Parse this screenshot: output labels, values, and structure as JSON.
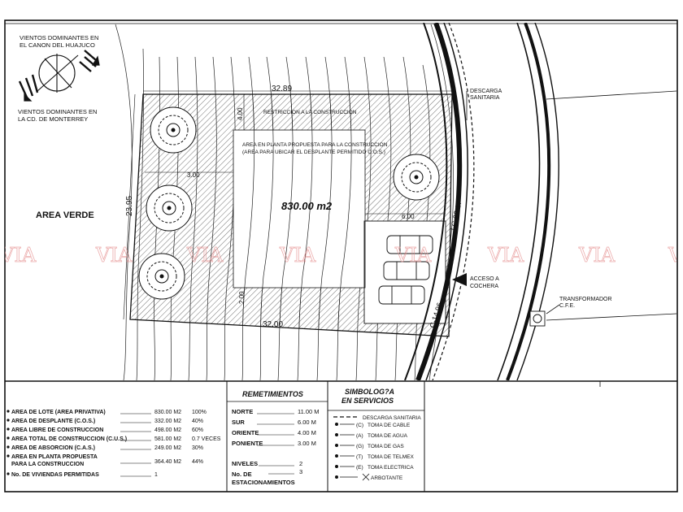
{
  "wind": {
    "canon_line1": "VIENTOS DOMINANTES EN",
    "canon_line2": "EL CANON DEL HUAJUCO",
    "mty_line1": "VIENTOS DOMINANTES EN",
    "mty_line2": "LA CD. DE MONTERREY"
  },
  "plan": {
    "top_dim": "32.89",
    "bottom_dim": "32.00",
    "left_dim": "23.95",
    "north_setback": "4.00",
    "west_setback": "3.00",
    "south_setback": "2.00",
    "east_setback": "6.00",
    "restriction_label": "RESTRICCION A LA CONSTRUCCION",
    "footprint_line1": "AREA EN PLANTA PROPUESTA PARA LA CONSTRUCCION",
    "footprint_line2": "(AREA PARA UBICAR EL DESPLANTE PERMITIDO C.O.S.)",
    "area_value": "830.00 m2",
    "area_verde": "AREA VERDE",
    "curb_dim_1": "LC-22.17",
    "curb_dim_2": "C-14.96",
    "descarga_line1": "DESCARGA",
    "descarga_line2": "SANITARIA",
    "acceso_line1": "ACCESO A",
    "acceso_line2": "COCHERA",
    "transformador_line1": "TRANSFORMADOR",
    "transformador_line2": "C.F.E.",
    "watermark": "VIA"
  },
  "areas": [
    {
      "label": "AREA DE LOTE   (AREA PRIVATIVA)",
      "value": "830.00 M2",
      "pct": "100%"
    },
    {
      "label": "AREA DE DESPLANTE (C.O.S.)",
      "value": "332.00 M2",
      "pct": "40%"
    },
    {
      "label": "AREA LIBRE DE CONSTRUCCION",
      "value": "498.00 M2",
      "pct": "60%"
    },
    {
      "label": "AREA TOTAL DE CONSTRUCCION (C.U.S.)",
      "value": "581.00 M2",
      "pct": "0.7 VECES"
    },
    {
      "label": "AREA DE ABSORCION (C.A.S.)",
      "value": "249.00 M2",
      "pct": "30%"
    },
    {
      "label": "AREA EN PLANTA PROPUESTA",
      "label2": "PARA LA CONSTRUCCION",
      "value": "364.40 M2",
      "pct": "44%"
    },
    {
      "label": "No. DE VIVIENDAS PERMITIDAS",
      "value": "1",
      "pct": ""
    }
  ],
  "remetimientos": {
    "title": "REMETIMIENTOS",
    "rows": [
      {
        "label": "NORTE",
        "value": "11.00 M"
      },
      {
        "label": "SUR",
        "value": "6.00 M"
      },
      {
        "label": "ORIENTE",
        "value": "4.00 M"
      },
      {
        "label": "PONIENTE",
        "value": "3.00 M"
      }
    ],
    "niveles_label": "NIVELES",
    "niveles_value": "2",
    "estac_label1": "No. DE",
    "estac_label2": "ESTACIONAMIENTOS",
    "estac_value": "3"
  },
  "simbologia": {
    "title1": "SIMBOLOG?A",
    "title2": "EN SERVICIOS",
    "items": [
      {
        "symbol": "",
        "label": "DESCARGA SANITARIA"
      },
      {
        "symbol": "(C)",
        "label": "TOMA DE CABLE"
      },
      {
        "symbol": "(A)",
        "label": "TOMA DE AGUA"
      },
      {
        "symbol": "(G)",
        "label": "TOMA DE GAS"
      },
      {
        "symbol": "(T)",
        "label": "TOMA DE TELMEX"
      },
      {
        "symbol": "(E)",
        "label": "TOMA ELECTRICA"
      },
      {
        "symbol": "",
        "label": "ARBOTANTE"
      }
    ]
  }
}
